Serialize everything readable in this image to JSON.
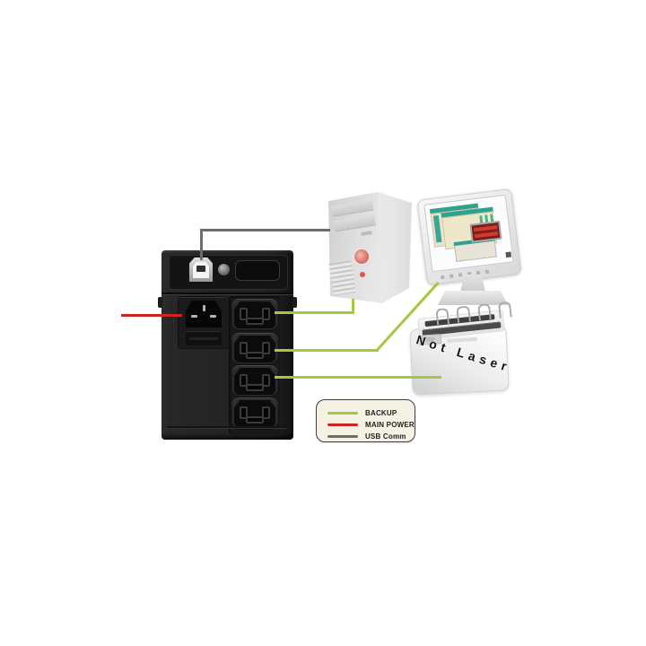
{
  "legend": {
    "items": [
      {
        "label": "BACKUP",
        "color": "#a3c93f"
      },
      {
        "label": "MAIN POWER",
        "color": "#cf2222"
      },
      {
        "label": "USB Comm",
        "color": "#6d6d6d"
      }
    ]
  },
  "printer": {
    "label": "Not Laser"
  },
  "colors": {
    "backup_line": "#a3c93f",
    "main_power_line": "#cf2222",
    "usb_comm_line": "#6d6d6d"
  }
}
